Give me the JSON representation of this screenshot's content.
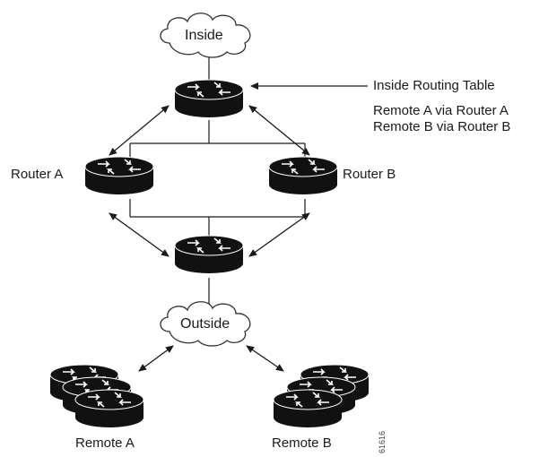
{
  "labels": {
    "inside_cloud": "Inside",
    "outside_cloud": "Outside",
    "router_a": "Router A",
    "router_b": "Router B",
    "remote_a": "Remote A",
    "remote_b": "Remote B",
    "callout_title": "Inside Routing Table",
    "route_1": "Remote A via Router A",
    "route_2": "Remote B via Router B",
    "figure_id": "61616"
  },
  "colors": {
    "router_top": "#ffffff",
    "router_body": "#111111",
    "line": "#1a1a1a"
  }
}
